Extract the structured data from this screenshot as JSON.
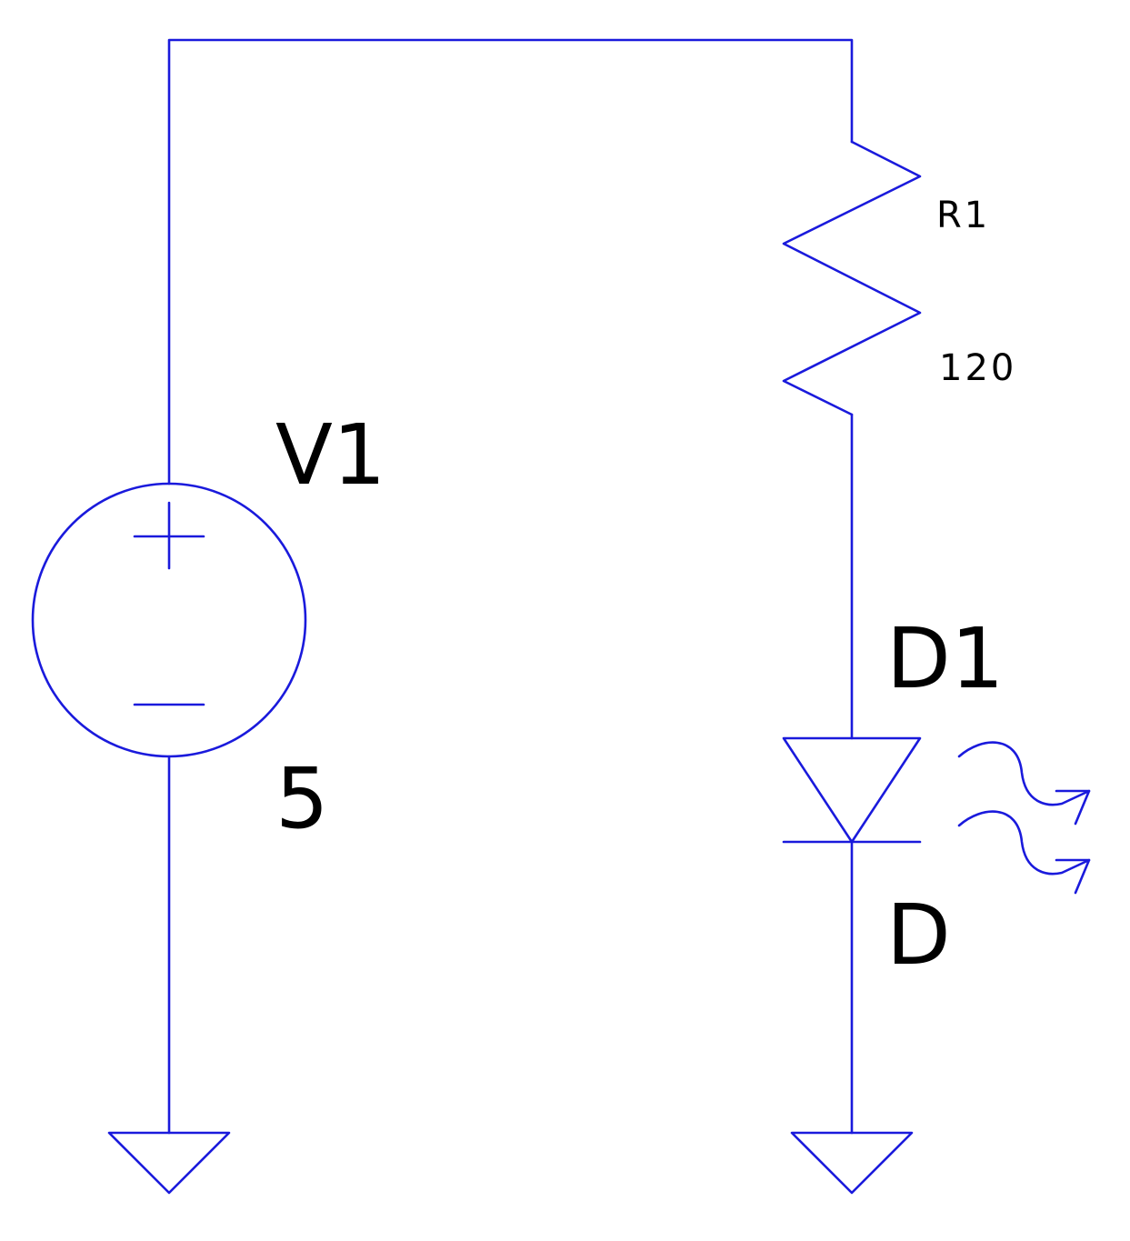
{
  "colors": {
    "wire": "#1a1adc",
    "label": "#000000",
    "background": "#ffffff"
  },
  "components": {
    "voltage_source": {
      "name": "V1",
      "value": "5",
      "icon": "voltage-source-icon"
    },
    "resistor": {
      "name": "R1",
      "value": "120",
      "icon": "resistor-icon"
    },
    "led": {
      "name": "D1",
      "value": "D",
      "icon": "led-icon"
    },
    "grounds": [
      "ground-icon",
      "ground-icon"
    ]
  }
}
